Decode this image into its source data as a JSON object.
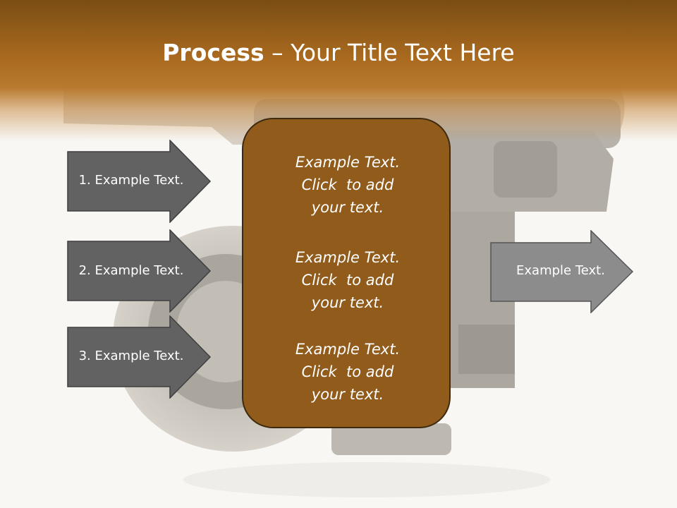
{
  "title": {
    "bold": "Process",
    "rest": " – Your Title Text Here"
  },
  "left_arrows": [
    {
      "label": "1. Example Text."
    },
    {
      "label": "2. Example Text."
    },
    {
      "label": "3. Example Text."
    }
  ],
  "center_items": [
    {
      "line1": "Example Text.",
      "line2": "Click  to add",
      "line3": "your text."
    },
    {
      "line1": "Example Text.",
      "line2": "Click  to add",
      "line3": "your text."
    },
    {
      "line1": "Example Text.",
      "line2": "Click  to add",
      "line3": "your text."
    }
  ],
  "right_arrow": {
    "label": "Example Text."
  },
  "colors": {
    "header": "#a8691f",
    "center_box": "#915b1c",
    "left_arrow": "#626262",
    "right_arrow": "#8c8c8c"
  }
}
